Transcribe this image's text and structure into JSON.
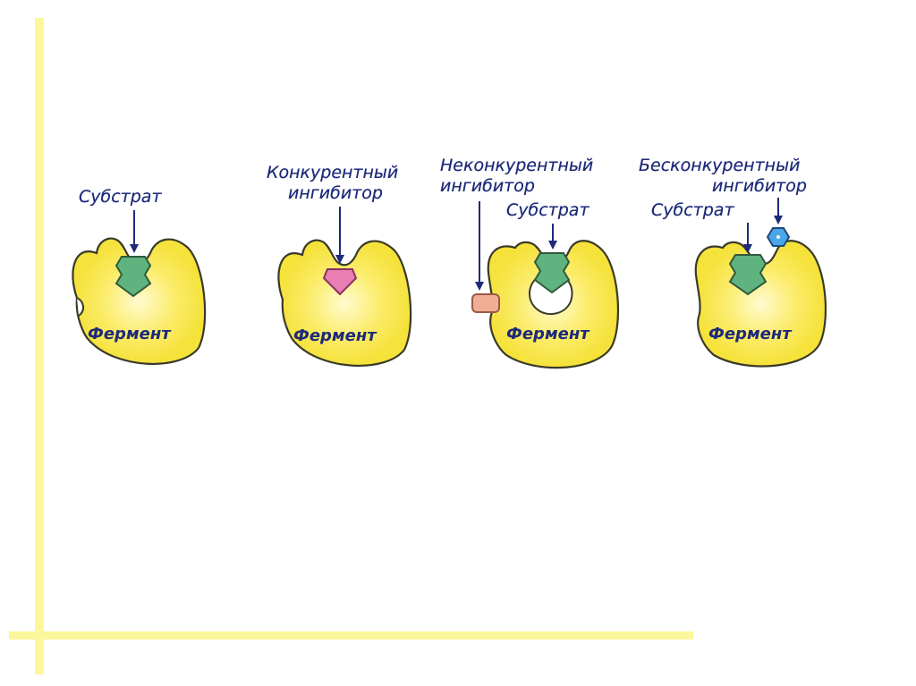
{
  "panels": [
    {
      "type": "normal",
      "substrate_label": "Субстрат",
      "enzyme_label": "Фермент"
    },
    {
      "type": "competitive",
      "inhibitor_label_line1": "Конкурентный",
      "inhibitor_label_line2": "ингибитор",
      "enzyme_label": "Фермент"
    },
    {
      "type": "noncompetitive",
      "inhibitor_label_line1": "Неконкурентный",
      "inhibitor_label_line2": "ингибитор",
      "substrate_label": "Субстрат",
      "enzyme_label": "Фермент"
    },
    {
      "type": "uncompetitive",
      "inhibitor_label_line1": "Бесконкурентный",
      "inhibitor_label_line2": "ингибитор",
      "substrate_label": "Субстрат",
      "enzyme_label": "Фермент"
    }
  ],
  "colors": {
    "enzyme_fill": "#f5e23a",
    "enzyme_glow": "#fffbd0",
    "enzyme_stroke": "#3a3a2a",
    "substrate_fill": "#5fb37f",
    "competitive_inhibitor_fill": "#e77fb3",
    "noncompetitive_inhibitor_fill": "#f2ad95",
    "uncompetitive_inhibitor_fill": "#4aa6e8",
    "label_text": "#1d2a7a",
    "slide_lines": "#fbf79a"
  }
}
